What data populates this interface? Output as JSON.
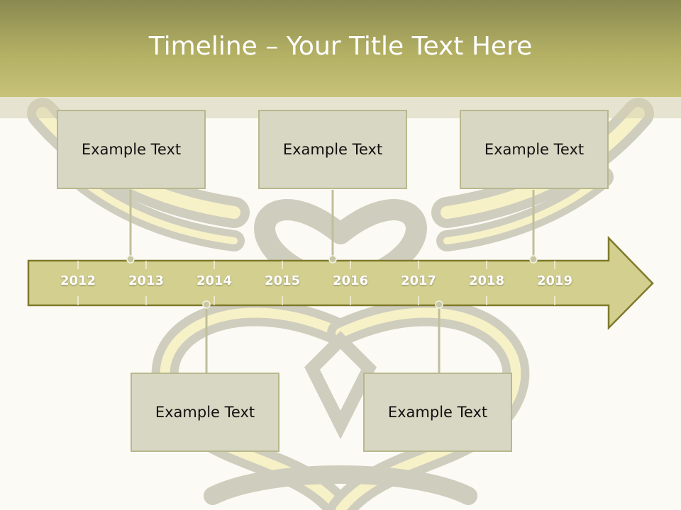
{
  "slide": {
    "title": "Timeline – Your Title Text Here"
  },
  "timeline": {
    "years": [
      "2012",
      "2013",
      "2014",
      "2015",
      "2016",
      "2017",
      "2018",
      "2019"
    ],
    "callouts_top": [
      "Example Text",
      "Example Text",
      "Example Text"
    ],
    "callouts_bottom": [
      "Example Text",
      "Example Text"
    ]
  },
  "colors": {
    "header_dark": "#8a8950",
    "header_light": "#c7c278",
    "arrow_fill": "#d3cf8f",
    "arrow_stroke": "#7f7a2c",
    "box_fill": "#d7d7c3",
    "connector": "#c0bf9a"
  }
}
